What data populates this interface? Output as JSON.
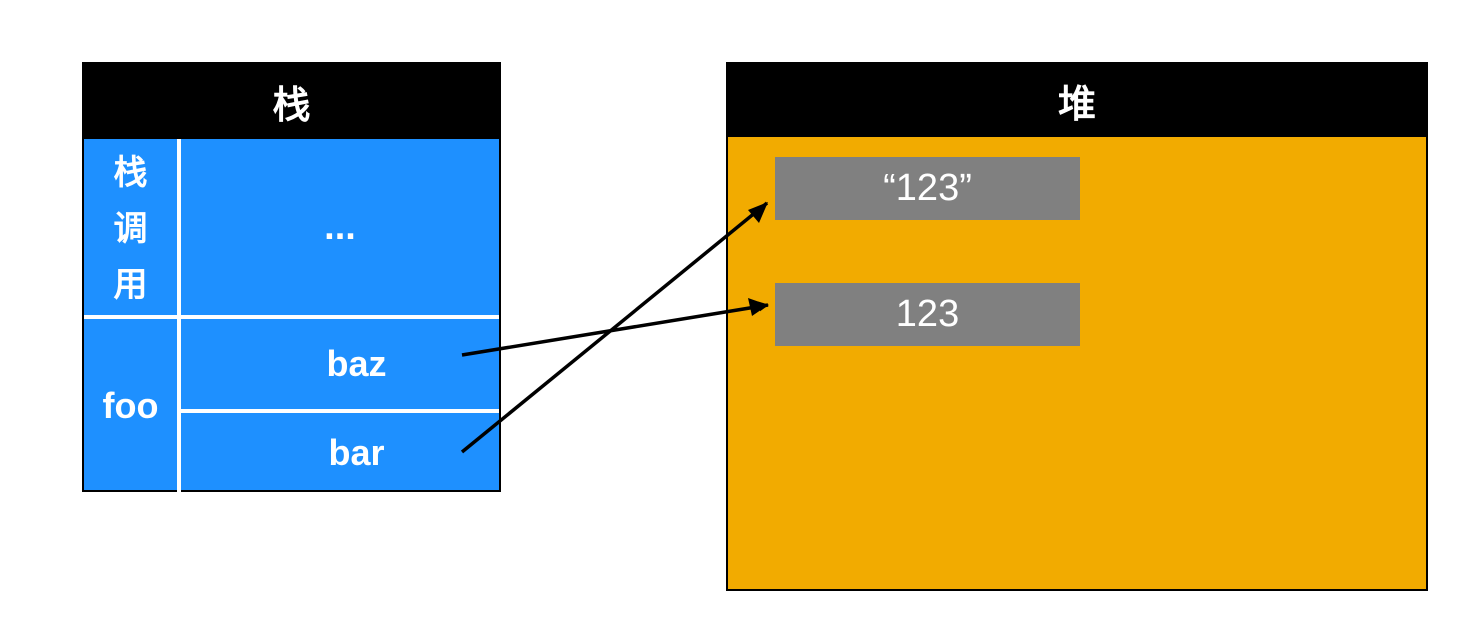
{
  "stack": {
    "title": "栈",
    "call_stack_label": [
      "栈",
      "调",
      "用"
    ],
    "ellipsis": "...",
    "frame_label": "foo",
    "variables": [
      "baz",
      "bar"
    ]
  },
  "heap": {
    "title": "堆",
    "items": [
      "“123”",
      "123"
    ]
  },
  "colors": {
    "stack": "#1e90ff",
    "heap": "#f2ab00",
    "heap_item": "#808080",
    "header": "#000000"
  }
}
